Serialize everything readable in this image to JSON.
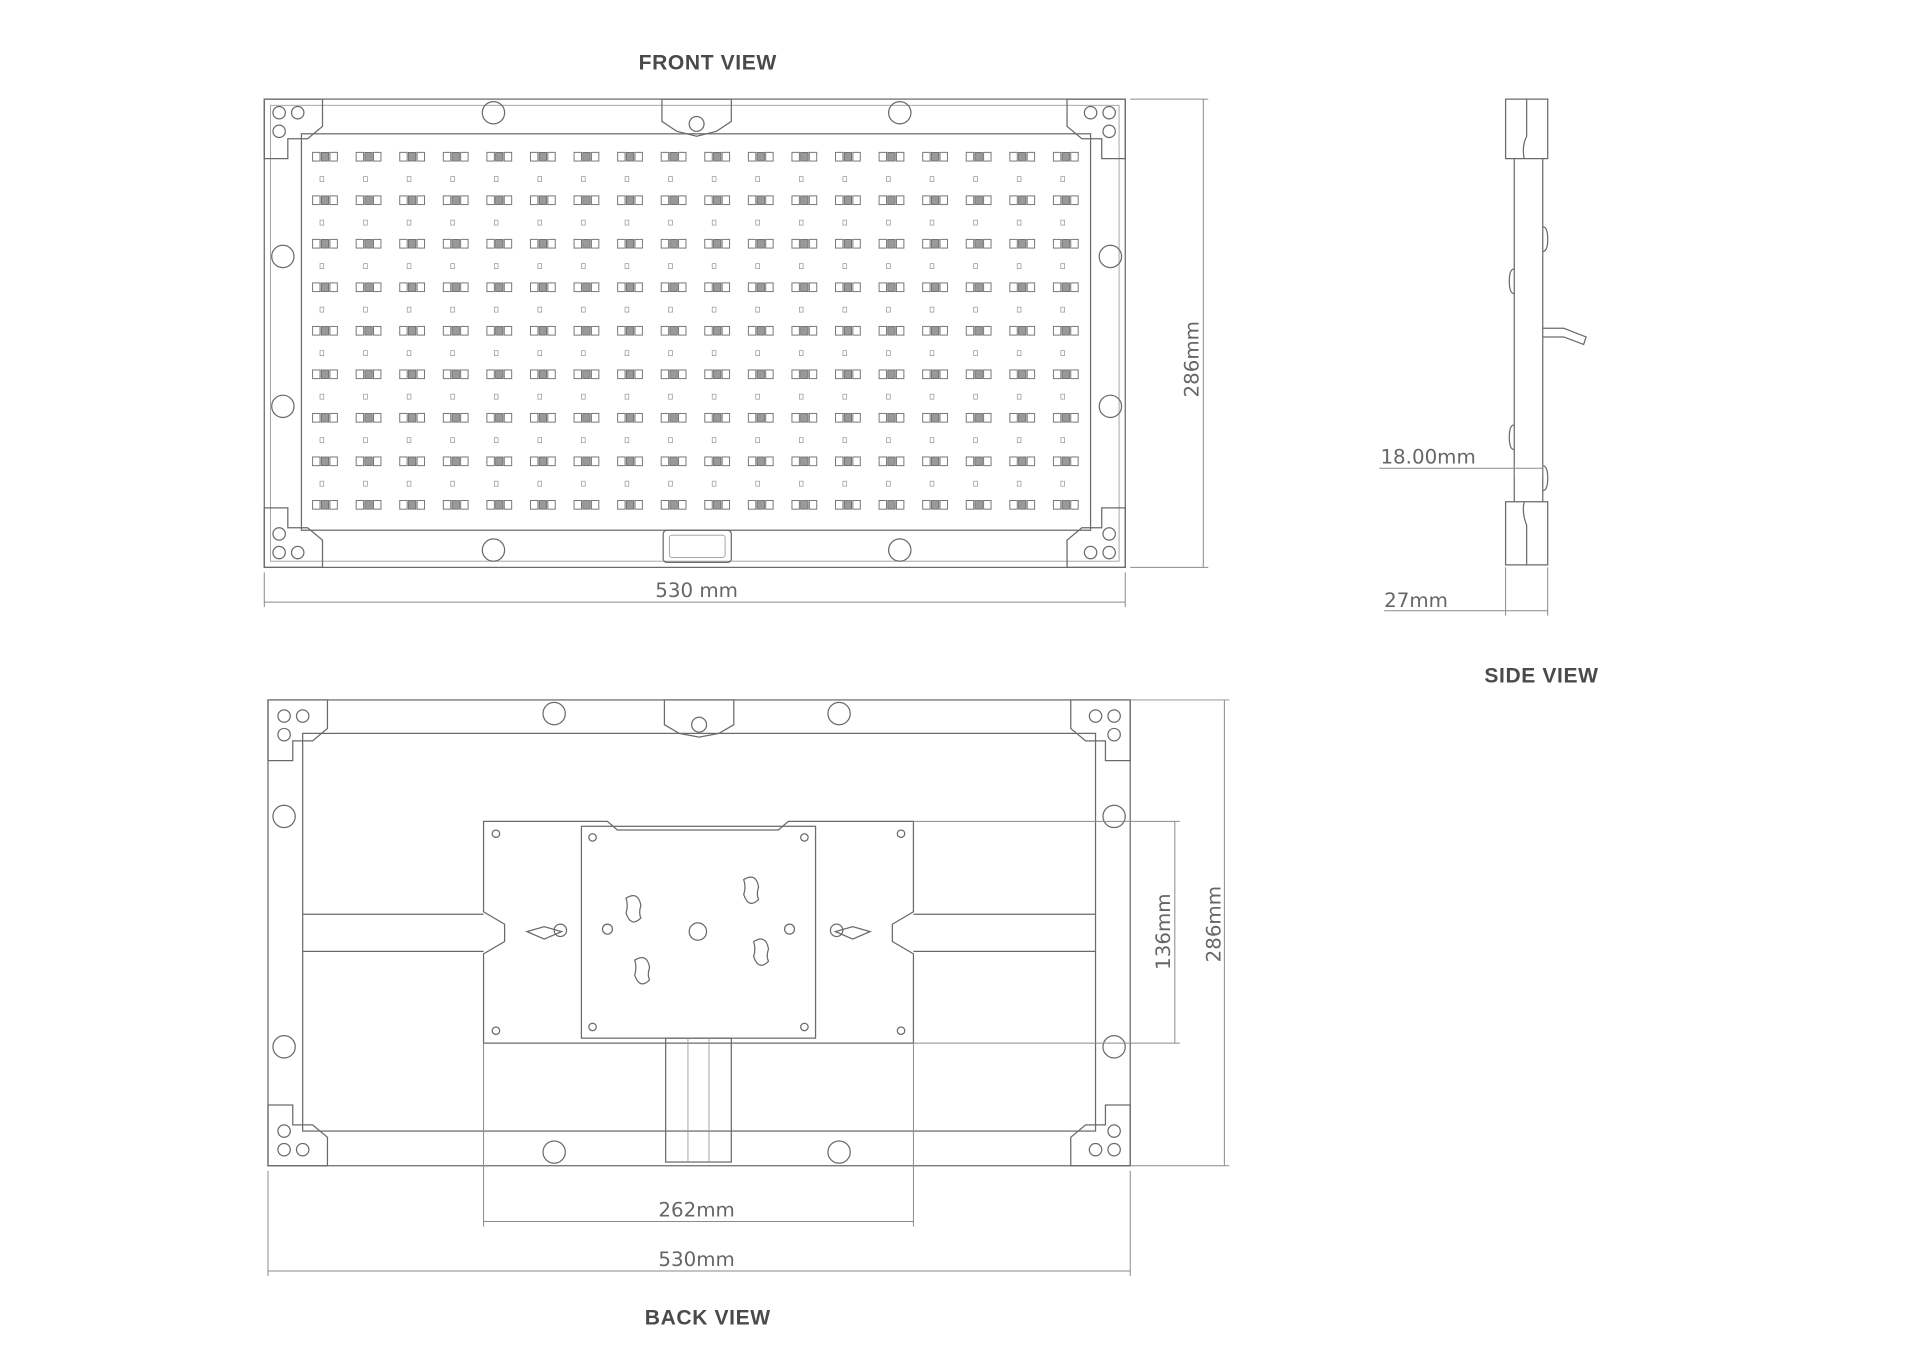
{
  "views": {
    "front": {
      "title": "FRONT VIEW",
      "width_label": "530 mm",
      "height_label": "286mm",
      "led_columns": 18,
      "led_rows": 9
    },
    "side": {
      "title": "SIDE VIEW",
      "depth_frame_label": "18.00mm",
      "depth_total_label": "27mm"
    },
    "back": {
      "title": "BACK VIEW",
      "width_label": "530mm",
      "height_label": "286mm",
      "plate_width_label": "262mm",
      "plate_height_label": "136mm"
    }
  },
  "colors": {
    "line": "#6a6a6a",
    "text": "#4a4a4a"
  }
}
